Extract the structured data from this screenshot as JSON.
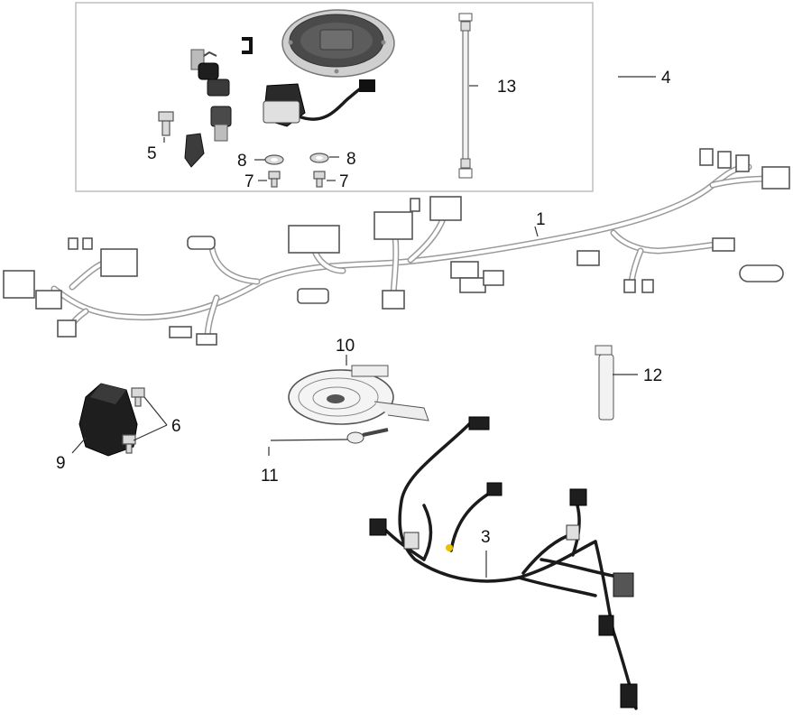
{
  "diagram": {
    "callouts": {
      "c1": "1",
      "c3": "3",
      "c4": "4",
      "c5": "5",
      "c6": "6",
      "c7a": "7",
      "c7b": "7",
      "c8a": "8",
      "c8b": "8",
      "c9": "9",
      "c10": "10",
      "c11": "11",
      "c12": "12",
      "c13": "13"
    }
  }
}
